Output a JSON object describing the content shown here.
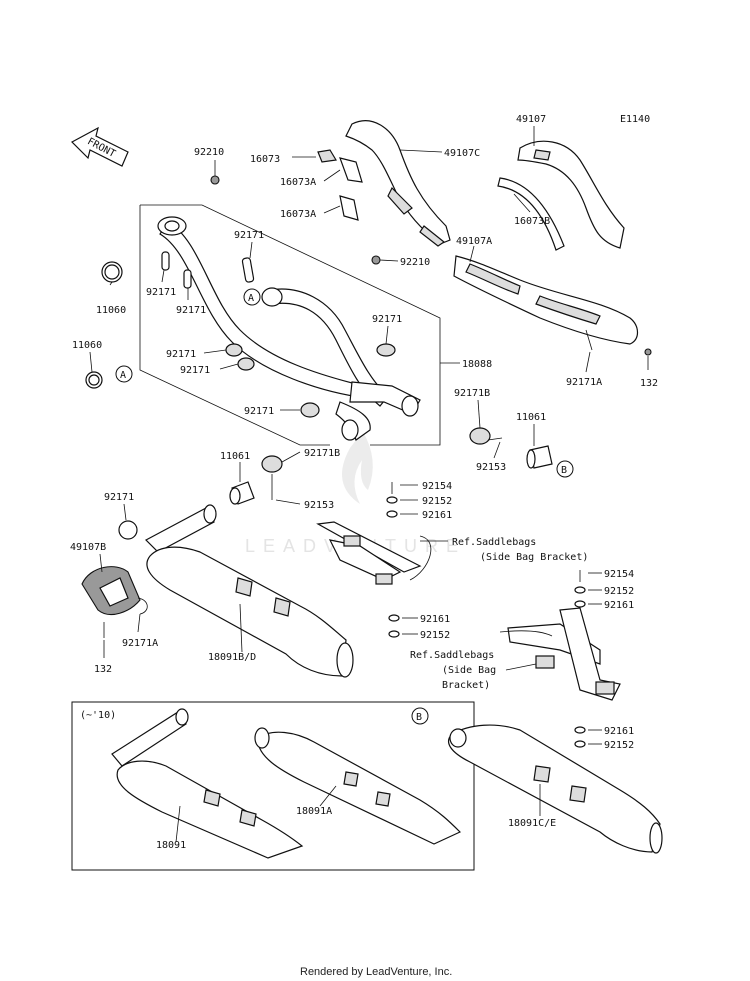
{
  "diagram_id": "E1140",
  "front_label": "FRONT",
  "footer": "Rendered by LeadVenture, Inc.",
  "watermark": "LEADVENTURE",
  "inset_note": "(~'10)",
  "callouts": {
    "a": "A",
    "b": "B"
  },
  "labels": {
    "p92210_top": "92210",
    "p16073_a": "16073",
    "p16073A_1": "16073A",
    "p16073A_2": "16073A",
    "p49107C": "49107C",
    "p49107": "49107",
    "p16073B": "16073B",
    "p49107A": "49107A",
    "p92210_mid": "92210",
    "p92171_a": "92171",
    "p92171_b": "92171",
    "p92171_c": "92171",
    "p11060_top": "11060",
    "p11060_left": "11060",
    "p92171_d": "92171",
    "p92171_e": "92171",
    "p92171_f": "92171",
    "p92171_g": "92171",
    "p18088": "18088",
    "p92171A_top": "92171A",
    "p132_top": "132",
    "p92171B_r": "92171B",
    "p11061_r": "11061",
    "p92153_r": "92153",
    "p11061_l": "11061",
    "p92171B_l": "92171B",
    "p92153_l": "92153",
    "p92154_a": "92154",
    "p92152_a": "92152",
    "p92161_a": "92161",
    "p92171_h": "92171",
    "p49107B": "49107B",
    "p92171A_l": "92171A",
    "p132_l": "132",
    "ref1_line1": "Ref.Saddlebags",
    "ref1_line2": "(Side Bag Bracket)",
    "p92154_b": "92154",
    "p92152_b": "92152",
    "p92161_b": "92161",
    "p92161_c": "92161",
    "p92152_c": "92152",
    "p18091BD": "18091B/D",
    "ref2_line1": "Ref.Saddlebags",
    "ref2_line2": "(Side Bag",
    "ref2_line3": "Bracket)",
    "p92161_d": "92161",
    "p92152_d": "92152",
    "p18091A": "18091A",
    "p18091": "18091",
    "p18091CE": "18091C/E"
  }
}
